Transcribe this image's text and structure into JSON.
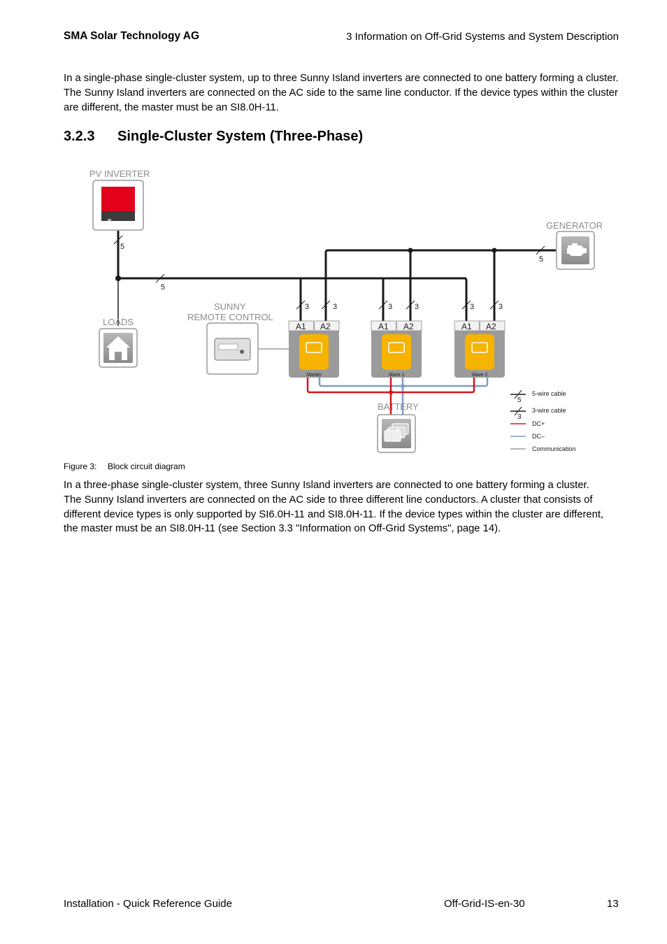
{
  "header": {
    "company": "SMA Solar Technology AG",
    "chapter": "3  Information on Off-Grid Systems and System Description"
  },
  "intro": {
    "lines": [
      "In a single-phase single-cluster system, up to three Sunny Island inverters are connected to one battery forming a cluster.",
      "The Sunny Island inverters are connected on the AC side to the same line conductor. If the device types within the cluster",
      "are different, the master must be an SI8.0H-11."
    ]
  },
  "section": {
    "number": "3.2.3",
    "title": "Single-Cluster System (Three-Phase)"
  },
  "diagram": {
    "pv_inverter_label": "PV INVERTER",
    "generator_label": "GENERATOR",
    "loads_label": "LOADS",
    "remote_label_line1": "SUNNY",
    "remote_label_line2": "REMOTE CONTROL",
    "battery_label": "BATTERY",
    "wire_count_5": "5",
    "wire_count_3": "3",
    "port_a1": "A1",
    "port_a2": "A2",
    "inverters": [
      "Master",
      "Slave 1",
      "Slave 2"
    ],
    "legend": {
      "five_wire": "5-wire cable",
      "three_wire": "3-wire cable",
      "dc_plus": "DC+",
      "dc_minus": "DC–",
      "communication": "Communication"
    },
    "colors": {
      "ac_line": "#1a1a1a",
      "dc_plus": "#d7141d",
      "dc_minus": "#7f9cc4",
      "communication": "#9b9b9b",
      "pv_red": "#e2001a",
      "inverter_yellow": "#f6b300",
      "device_gray": "#999999"
    }
  },
  "figure": {
    "label": "Figure 3:",
    "caption": "Block circuit diagram"
  },
  "body": {
    "lines": [
      "In a three-phase single-cluster system, three Sunny Island inverters are connected to one battery forming a cluster.",
      "The Sunny Island inverters are connected on the AC side to three different line conductors. A cluster that consists of",
      "different device types is only supported by SI6.0H-11 and SI8.0H-11. If the device types within the cluster are different,",
      "the master must be an SI8.0H-11 (see Section 3.3 \"Information on Off-Grid Systems\", page 14)."
    ]
  },
  "footer": {
    "title": "Installation - Quick Reference Guide",
    "doc_id": "Off-Grid-IS-en-30",
    "page": "13"
  }
}
